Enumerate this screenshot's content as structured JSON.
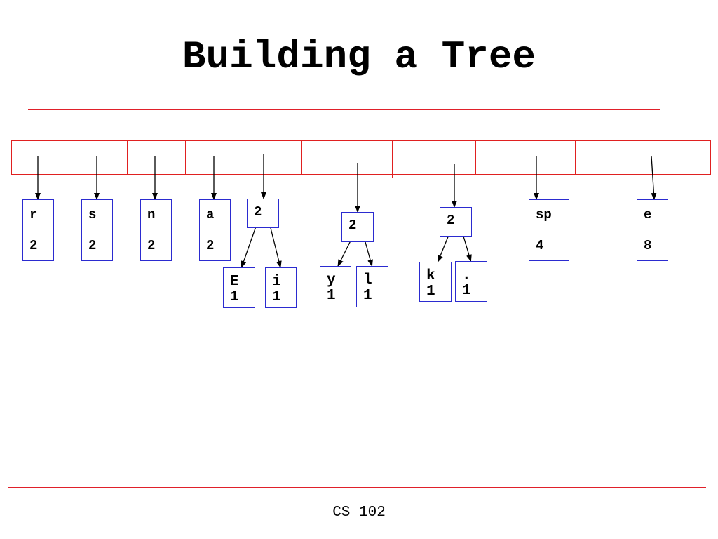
{
  "slide": {
    "title": "Building a Tree",
    "footer": "CS 102"
  },
  "colors": {
    "rule": "#e0202a",
    "array_border": "#e02020",
    "node_border": "#2b2bd0",
    "text": "#000000"
  },
  "tree": {
    "nodes": [
      {
        "id": "r",
        "symbol": "r",
        "weight": "2"
      },
      {
        "id": "s",
        "symbol": "s",
        "weight": "2"
      },
      {
        "id": "n",
        "symbol": "n",
        "weight": "2"
      },
      {
        "id": "a",
        "symbol": "a",
        "weight": "2"
      },
      {
        "id": "E",
        "symbol": "E",
        "weight": "1"
      },
      {
        "id": "i",
        "symbol": "i",
        "weight": "1"
      },
      {
        "id": "y",
        "symbol": "y",
        "weight": "1"
      },
      {
        "id": "l",
        "symbol": "l",
        "weight": "1"
      },
      {
        "id": "k",
        "symbol": "k",
        "weight": "1"
      },
      {
        "id": "dot",
        "symbol": ".",
        "weight": "1"
      },
      {
        "id": "sp",
        "symbol": "sp",
        "weight": "4"
      },
      {
        "id": "e",
        "symbol": "e",
        "weight": "8"
      },
      {
        "id": "p1",
        "symbol": "",
        "weight": "2"
      },
      {
        "id": "p2",
        "symbol": "",
        "weight": "2"
      },
      {
        "id": "p3",
        "symbol": "",
        "weight": "2"
      }
    ],
    "edges": [
      {
        "from": "p1",
        "to": "E"
      },
      {
        "from": "p1",
        "to": "i"
      },
      {
        "from": "p2",
        "to": "y"
      },
      {
        "from": "p2",
        "to": "l"
      },
      {
        "from": "p3",
        "to": "k"
      },
      {
        "from": "p3",
        "to": "dot"
      }
    ],
    "queue": [
      "r",
      "s",
      "n",
      "a",
      "p1",
      "p2",
      "p3",
      "sp",
      "e"
    ]
  }
}
